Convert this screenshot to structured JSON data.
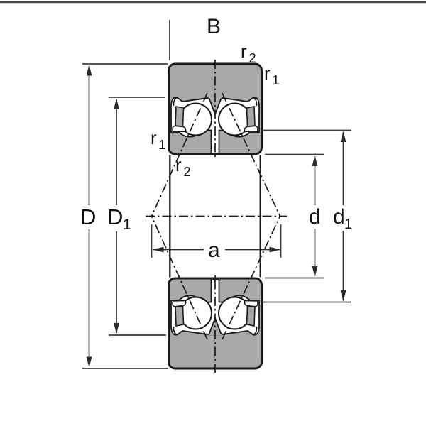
{
  "diagram": {
    "labels": {
      "width_B": "B",
      "outer_diameter_D": "D",
      "D1_main": "D",
      "D1_sub": "1",
      "bore_d": "d",
      "d1_main": "d",
      "d1_sub": "1",
      "contact_center_a": "a",
      "r1_main": "r",
      "r1_sub": "1",
      "r2_main": "r",
      "r2_sub": "2"
    },
    "colors": {
      "ring_fill": "#a9a9a9",
      "outline": "#1a1a1a",
      "ball_fill": "#ffffff",
      "dimension_line": "#2b2b2b",
      "extension_line": "#3d3d3d",
      "label_color": "#111111",
      "background": "#ffffff"
    }
  }
}
